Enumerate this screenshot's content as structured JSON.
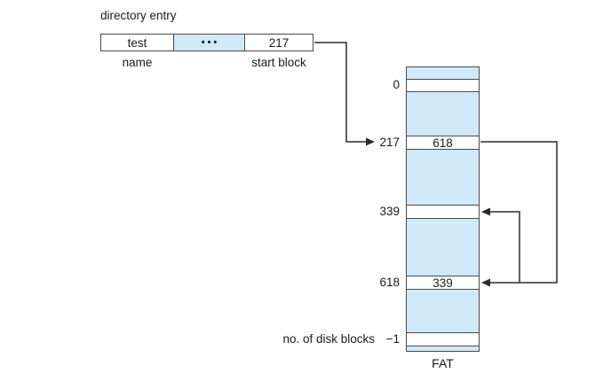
{
  "directory_entry": {
    "title": "directory entry",
    "name_value": "test",
    "dots": "•••",
    "start_block_value": "217",
    "name_label": "name",
    "start_block_label": "start block"
  },
  "fat": {
    "label": "FAT",
    "no_of_disk_blocks_label": "no. of disk blocks",
    "rows": [
      {
        "index": "0",
        "value": ""
      },
      {
        "index": "217",
        "value": "618"
      },
      {
        "index": "339",
        "value": ""
      },
      {
        "index": "618",
        "value": "339"
      },
      {
        "index": "−1",
        "value": ""
      }
    ]
  },
  "colors": {
    "cell_fill": "#cfe9f8",
    "cell_white": "#ffffff",
    "border": "#4a4a4a",
    "line": "#2a2a2a"
  }
}
